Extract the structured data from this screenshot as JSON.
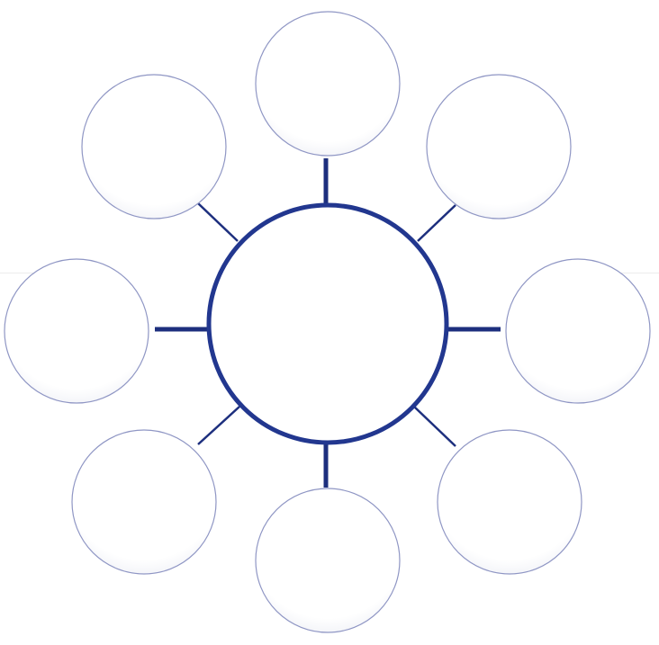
{
  "diagram": {
    "type": "bubble-map",
    "center_node": {
      "label": ""
    },
    "outer_nodes": [
      {
        "id": "top",
        "label": ""
      },
      {
        "id": "top-right",
        "label": ""
      },
      {
        "id": "right",
        "label": ""
      },
      {
        "id": "bottom-right",
        "label": ""
      },
      {
        "id": "bottom",
        "label": ""
      },
      {
        "id": "bottom-left",
        "label": ""
      },
      {
        "id": "left",
        "label": ""
      },
      {
        "id": "top-left",
        "label": ""
      }
    ],
    "colors": {
      "center_stroke": "#22378f",
      "connector": "#1d2f7e",
      "outer_stroke": "#8f96c4",
      "fill": "#ffffff",
      "background": "#ffffff"
    }
  }
}
